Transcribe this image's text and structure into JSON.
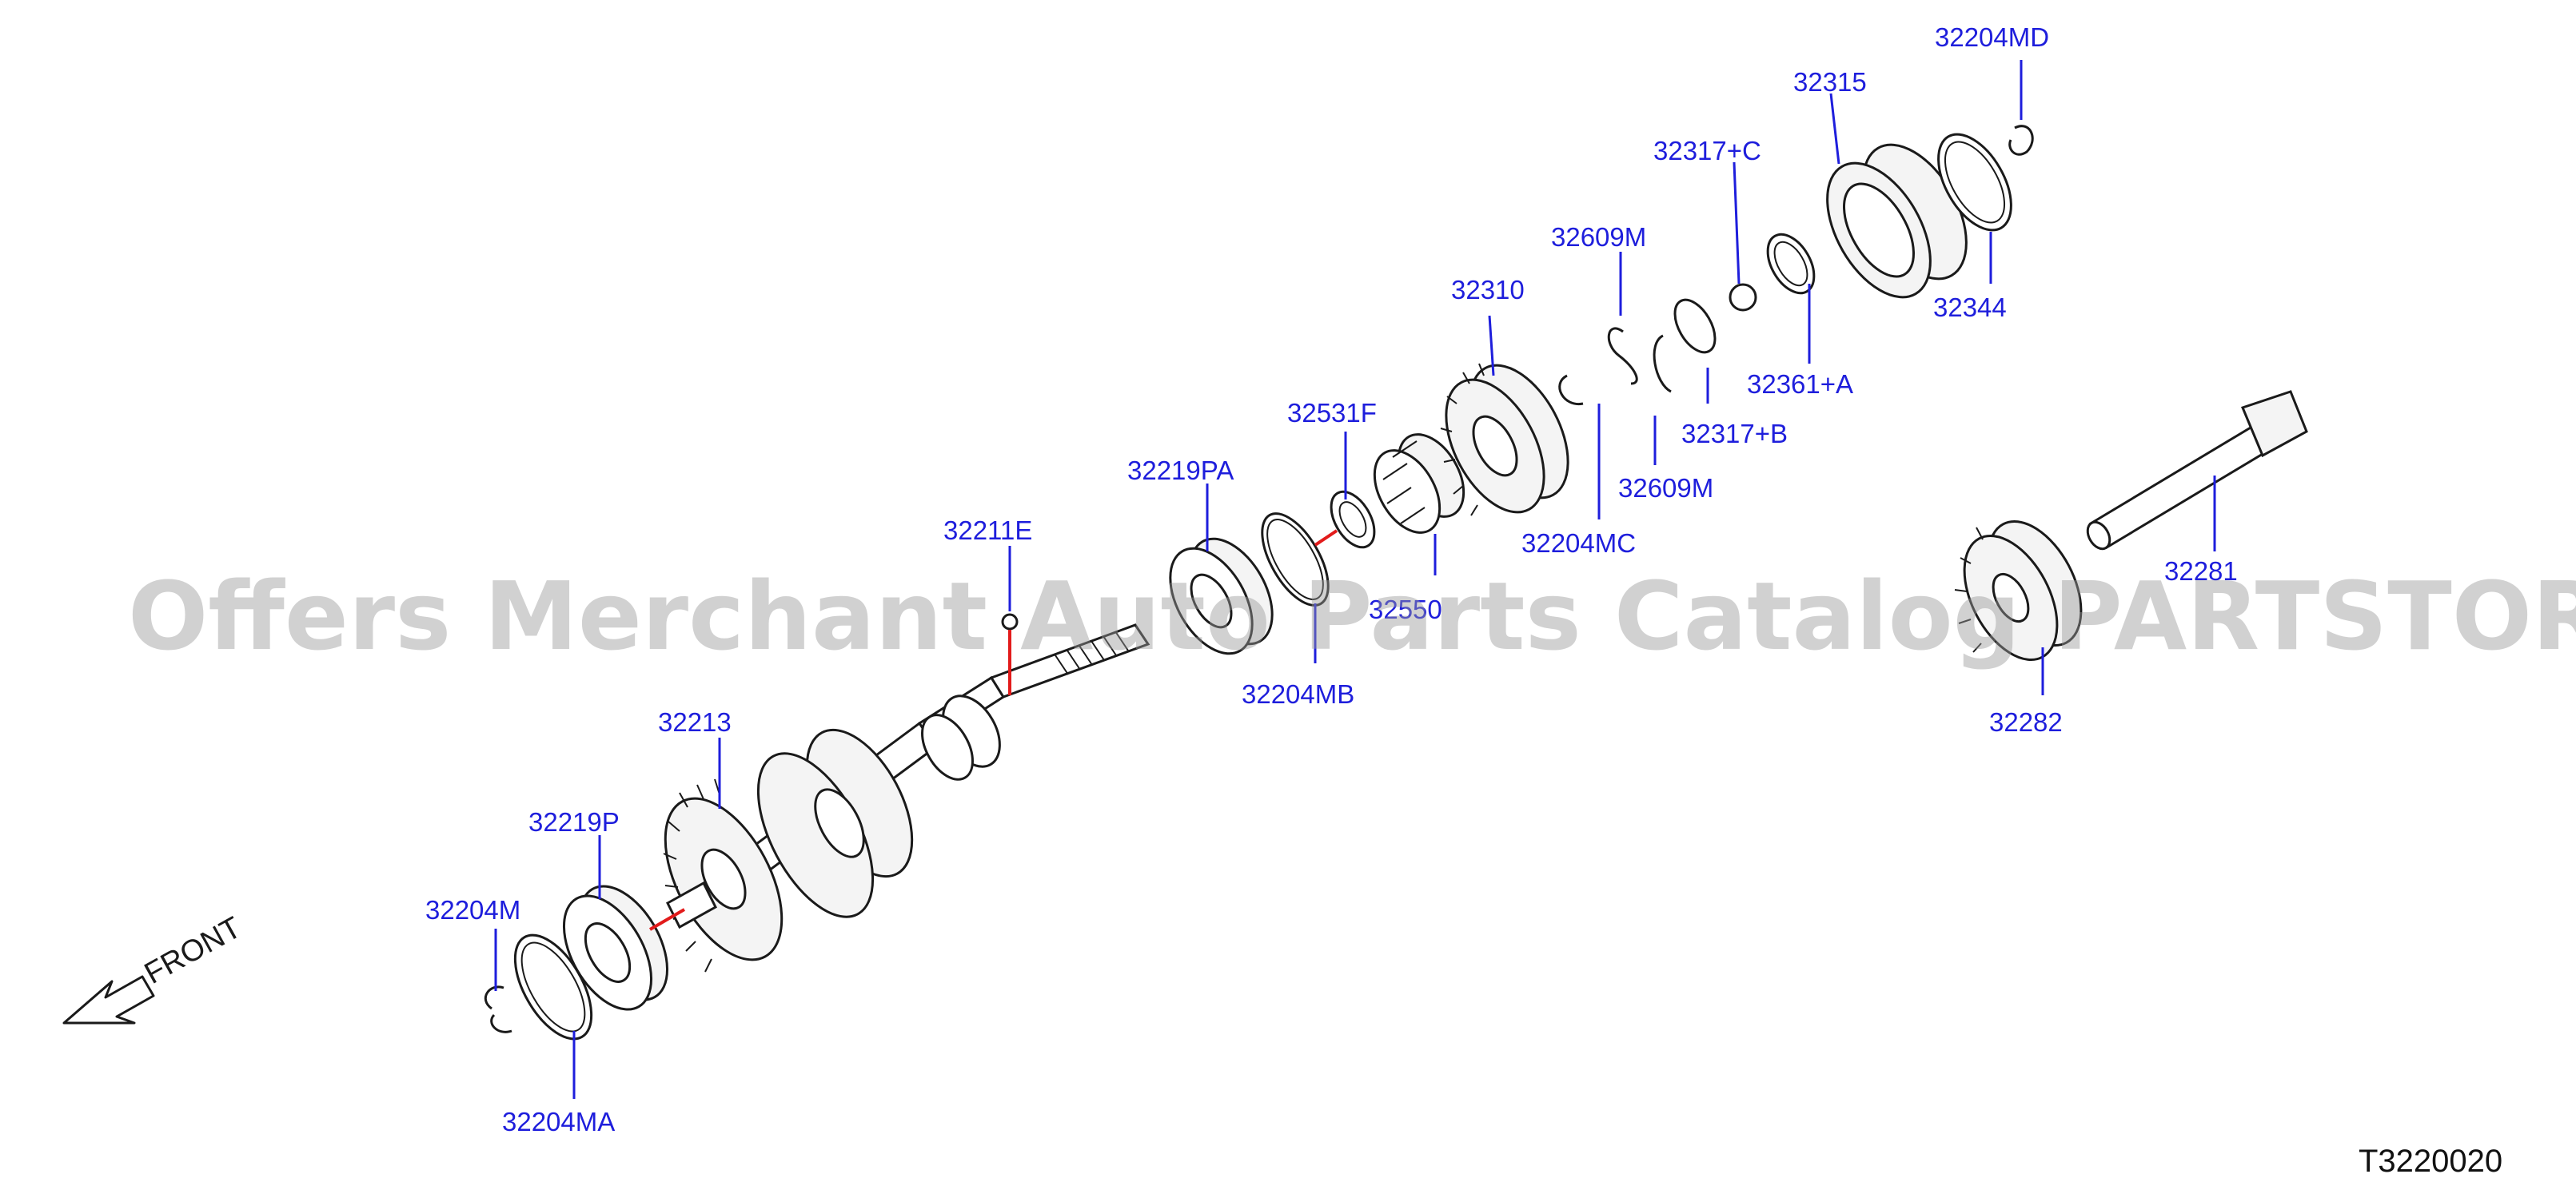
{
  "diagram": {
    "direction_label": "FRONT",
    "illustration_code": "T3220020",
    "watermark": "Offers Merchant Auto Parts Catalog PARTSTORE.SA",
    "colors": {
      "label": "#1e1edc",
      "connector": "#e21b1b",
      "line_art": "#1a1a1a"
    },
    "parts": [
      {
        "number": "32204MD"
      },
      {
        "number": "32315"
      },
      {
        "number": "32317+C"
      },
      {
        "number": "32609M"
      },
      {
        "number": "32344"
      },
      {
        "number": "32310"
      },
      {
        "number": "32361+A"
      },
      {
        "number": "32531F"
      },
      {
        "number": "32317+B"
      },
      {
        "number": "32219PA"
      },
      {
        "number": "32609M"
      },
      {
        "number": "32204MC"
      },
      {
        "number": "32211E"
      },
      {
        "number": "32550"
      },
      {
        "number": "32281"
      },
      {
        "number": "32204MB"
      },
      {
        "number": "32282"
      },
      {
        "number": "32213"
      },
      {
        "number": "32219P"
      },
      {
        "number": "32204M"
      },
      {
        "number": "32204MA"
      }
    ]
  }
}
